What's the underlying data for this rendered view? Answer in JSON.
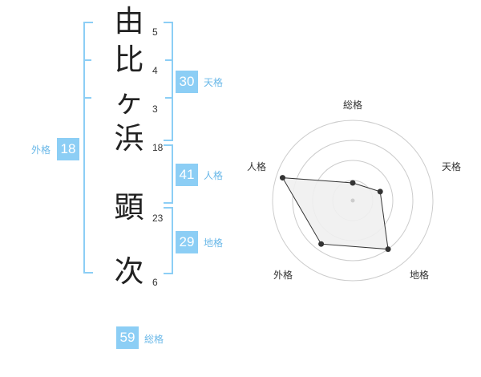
{
  "name_chars": [
    {
      "char": "由",
      "strokes": "5"
    },
    {
      "char": "比",
      "strokes": "4"
    },
    {
      "char": "ヶ",
      "strokes": "3"
    },
    {
      "char": "浜",
      "strokes": "18"
    },
    {
      "char": "顕",
      "strokes": "23"
    },
    {
      "char": "次",
      "strokes": "6"
    }
  ],
  "kakusu": {
    "tenkaku": {
      "value": "30",
      "label": "天格"
    },
    "jinkaku": {
      "value": "41",
      "label": "人格"
    },
    "chikaku": {
      "value": "29",
      "label": "地格"
    },
    "gaikaku": {
      "value": "18",
      "label": "外格"
    },
    "soukaku": {
      "value": "59",
      "label": "総格"
    }
  },
  "radar": {
    "axes": [
      "総格",
      "天格",
      "地格",
      "外格",
      "人格"
    ],
    "values": [
      0.22,
      0.36,
      0.75,
      0.67,
      0.92
    ],
    "rings": 4,
    "fill": "#f0f0f0",
    "stroke": "#333333",
    "grid": "#cccccc"
  },
  "colors": {
    "accent": "#8ccef5",
    "label": "#6ab8e8"
  }
}
